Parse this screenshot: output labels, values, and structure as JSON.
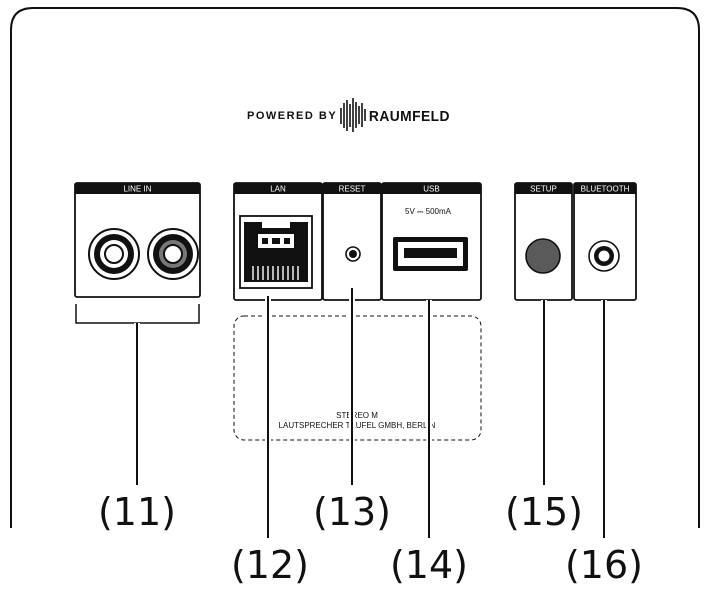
{
  "brand": {
    "powered_by": "POWERED BY",
    "name": "RAUMFELD"
  },
  "panels": {
    "line_in": "LINE IN",
    "lan": "LAN",
    "reset": "RESET",
    "usb": "USB",
    "usb_spec": "5V ⎓ 500mA",
    "setup": "SETUP",
    "bluetooth": "BLUETOOTH"
  },
  "label_plate": {
    "line1": "STEREO M",
    "line2": "LAUTSPRECHER TEUFEL GMBH, BERLIN"
  },
  "callouts": {
    "c11": "(11)",
    "c12": "(12)",
    "c13": "(13)",
    "c14": "(14)",
    "c15": "(15)",
    "c16": "(16)"
  },
  "colors": {
    "ink": "#111111",
    "rca_right_fill": "#777777",
    "setup_button": "#5a5a5a"
  }
}
